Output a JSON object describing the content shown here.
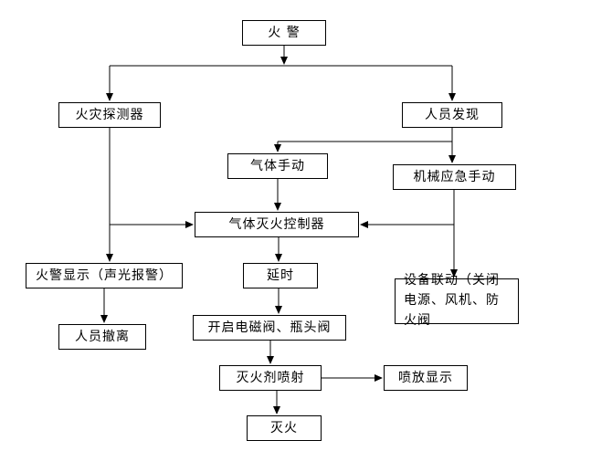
{
  "nodes": {
    "fire_alarm": "火  警",
    "fire_detector": "火灾探测器",
    "personnel_discovery": "人员发现",
    "gas_manual": "气体手动",
    "mechanical_emergency_manual": "机械应急手动",
    "gas_extinguishing_controller": "气体灭火控制器",
    "fire_alarm_display": "火警显示（声光报警）",
    "delay": "延时",
    "equipment_linkage": "设备联动（关闭电源、风机、防火阀",
    "personnel_evacuation": "人员撤离",
    "open_valves": "开启电磁阀、瓶头阀",
    "agent_discharge": "灭火剂喷射",
    "discharge_display": "喷放显示",
    "extinguish": "灭火"
  },
  "colors": {
    "line": "#000000",
    "box_border": "#000000",
    "background": "#ffffff"
  }
}
